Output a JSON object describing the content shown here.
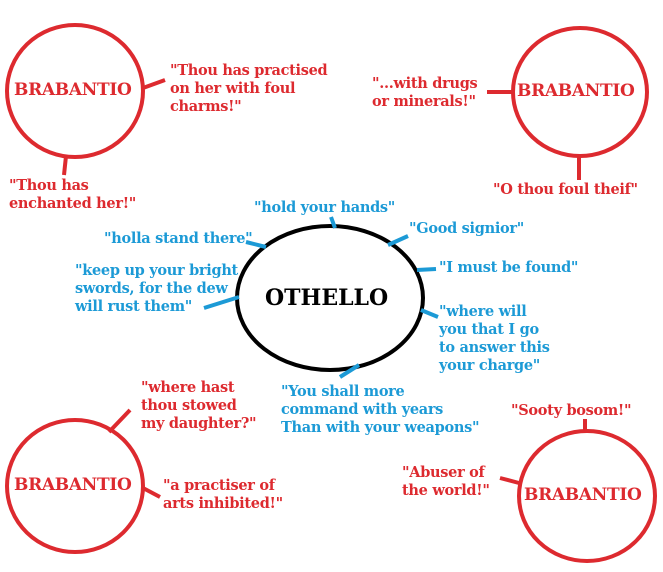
{
  "center": {
    "name": "OTHELLO"
  },
  "colors": {
    "brabantio": "#dd2a2f",
    "othello_quotes": "#1c9ad6",
    "othello_circle": "#000000"
  },
  "brabantio_nodes": [
    {
      "name": "BRABANTIO",
      "quotes": [
        "\"Thou has practised\non her with foul\ncharms!\"",
        "\"Thou has\nenchanted her!\""
      ]
    },
    {
      "name": "BRABANTIO",
      "quotes": [
        "\"...with drugs\nor minerals!\"",
        "\"O thou foul theif\""
      ]
    },
    {
      "name": "BRABANTIO",
      "quotes": [
        "\"where hast\nthou stowed\nmy daughter?\"",
        "\"a practiser of\narts inhibited!\""
      ]
    },
    {
      "name": "BRABANTIO",
      "quotes": [
        "\"Sooty bosom!\"",
        "\"Abuser of\nthe world!\""
      ]
    }
  ],
  "othello_quotes": [
    "\"hold your hands\"",
    "\"holla stand there\"",
    "\"Good signior\"",
    "\"I must be found\"",
    "\"keep up your bright\nswords, for the dew\nwill rust them\"",
    "\"where will\nyou that I go\nto answer this\nyour charge\"",
    "\"You shall more\ncommand with years\nThan with your weapons\""
  ]
}
